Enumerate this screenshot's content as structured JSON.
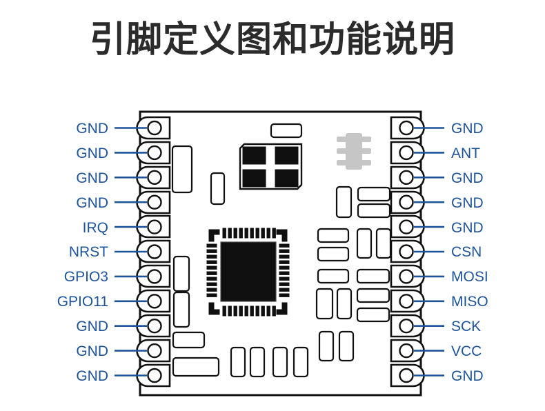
{
  "page": {
    "title": "引脚定义图和功能说明",
    "background_color": "#ffffff",
    "title_color": "#2b2b2b",
    "label_color": "#1d5399",
    "outline_color": "#111111",
    "chip_color": "#100f0f",
    "ic_gray_color": "#c6c6c6"
  },
  "module": {
    "name": "rf-module-pinout",
    "pin_count_left": 11,
    "pin_count_right": 11,
    "pins_left": [
      {
        "index": 1,
        "label": "GND"
      },
      {
        "index": 2,
        "label": "GND"
      },
      {
        "index": 3,
        "label": "GND"
      },
      {
        "index": 4,
        "label": "GND"
      },
      {
        "index": 5,
        "label": "IRQ"
      },
      {
        "index": 6,
        "label": "NRST"
      },
      {
        "index": 7,
        "label": "GPIO3"
      },
      {
        "index": 8,
        "label": "GPIO11"
      },
      {
        "index": 9,
        "label": "GND"
      },
      {
        "index": 10,
        "label": "GND"
      },
      {
        "index": 11,
        "label": "GND"
      }
    ],
    "pins_right": [
      {
        "index": 1,
        "label": "GND"
      },
      {
        "index": 2,
        "label": "ANT"
      },
      {
        "index": 3,
        "label": "GND"
      },
      {
        "index": 4,
        "label": "GND"
      },
      {
        "index": 5,
        "label": "GND"
      },
      {
        "index": 6,
        "label": "CSN"
      },
      {
        "index": 7,
        "label": "MOSI"
      },
      {
        "index": 8,
        "label": "MISO"
      },
      {
        "index": 9,
        "label": "SCK"
      },
      {
        "index": 10,
        "label": "VCC"
      },
      {
        "index": 11,
        "label": "GND"
      }
    ],
    "components": {
      "main_chip": "qfn-soc",
      "crystal": "quad-pad-crystal",
      "regulator": "sot23-6-ic",
      "passives": "smd-resistors-capacitors"
    }
  }
}
